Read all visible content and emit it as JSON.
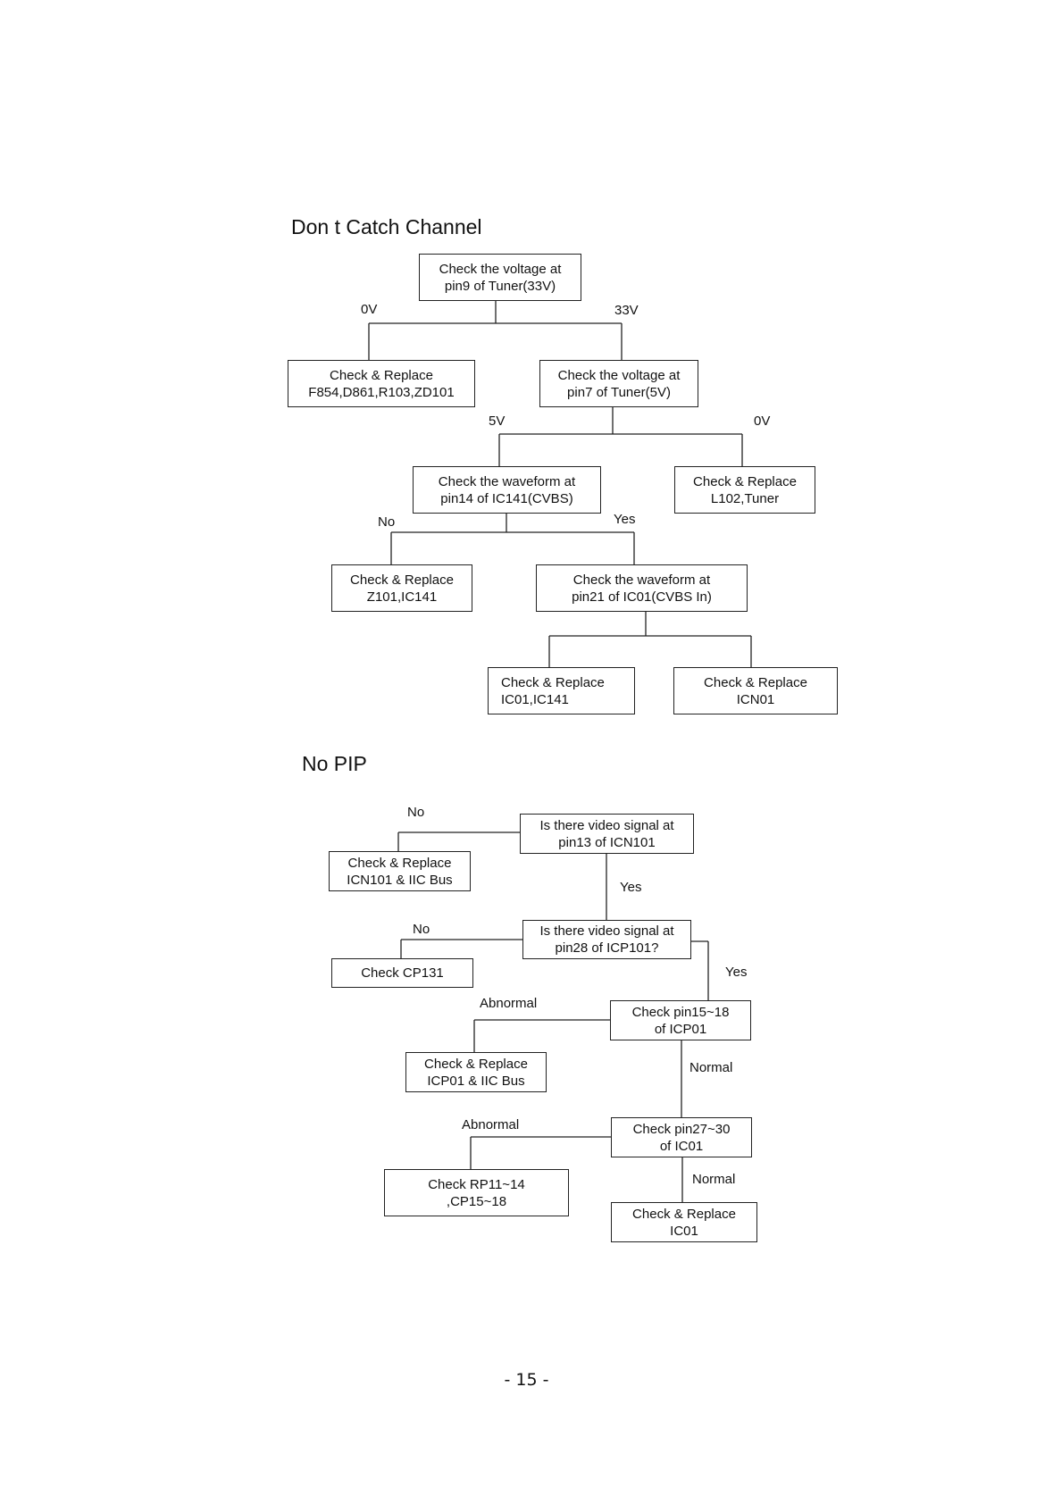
{
  "sections": {
    "channel_title": "Don  t Catch Channel",
    "pip_title": "No PIP"
  },
  "channel": {
    "n1": [
      "Check the voltage at",
      "pin9 of Tuner(33V)"
    ],
    "n2": [
      "Check & Replace",
      "F854,D861,R103,ZD101"
    ],
    "n3": [
      "Check the voltage at",
      "pin7 of Tuner(5V)"
    ],
    "n4": [
      "Check the waveform at",
      "pin14 of IC141(CVBS)"
    ],
    "n5": [
      "Check & Replace",
      "L102,Tuner"
    ],
    "n6": [
      "Check & Replace",
      "Z101,IC141"
    ],
    "n7": [
      "Check the waveform at",
      "pin21 of IC01(CVBS In)"
    ],
    "n8": [
      "Check & Replace",
      "IC01,IC141"
    ],
    "n9": [
      "Check & Replace",
      "ICN01"
    ],
    "labels": {
      "l_0v_a": "0V",
      "l_33v": "33V",
      "l_5v": "5V",
      "l_0v_b": "0V",
      "l_no": "No",
      "l_yes": "Yes"
    }
  },
  "pip": {
    "p1": [
      "Is there video signal at",
      "pin13 of ICN101"
    ],
    "p2": [
      "Check & Replace",
      "ICN101 & IIC Bus"
    ],
    "p3": [
      "Is there video signal at",
      "pin28 of ICP101?"
    ],
    "p4": [
      "Check CP131"
    ],
    "p5": [
      "Check pin15~18",
      "of ICP01"
    ],
    "p6": [
      "Check & Replace",
      "ICP01 & IIC Bus"
    ],
    "p7": [
      "Check pin27~30",
      "of IC01"
    ],
    "p8": [
      "Check RP11~14",
      ",CP15~18"
    ],
    "p9": [
      "Check & Replace",
      "IC01"
    ],
    "labels": {
      "l_no_1": "No",
      "l_yes_1": "Yes",
      "l_no_2": "No",
      "l_yes_2": "Yes",
      "l_abn_1": "Abnormal",
      "l_norm_1": "Normal",
      "l_abn_2": "Abnormal",
      "l_norm_2": "Normal"
    }
  },
  "footer": {
    "page_number": "-  15  -"
  }
}
